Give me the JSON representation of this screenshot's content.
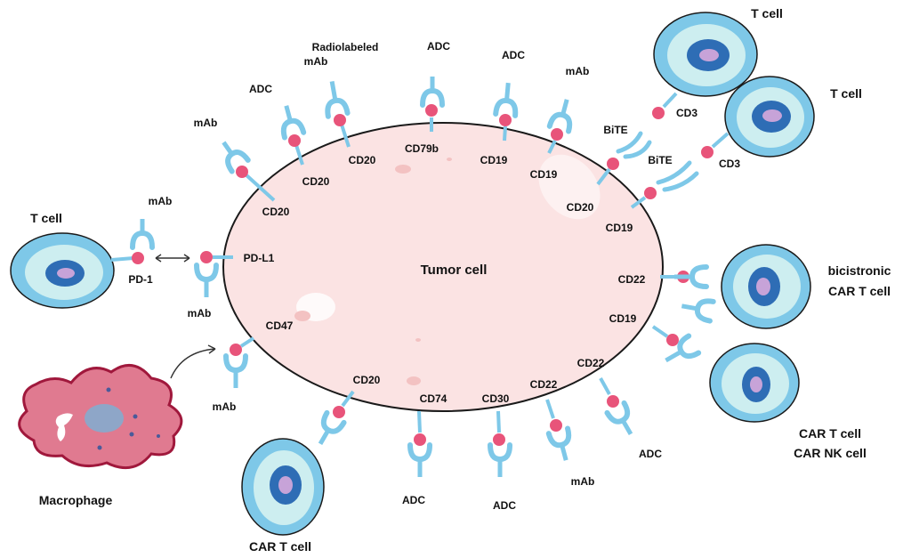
{
  "colors": {
    "tumor_fill": "#fbe3e3",
    "tumor_stroke": "#1a1a1a",
    "receptor_stem": "#7ec8e8",
    "antigen_ball": "#e8547a",
    "cell_outer": "#7ec8e8",
    "cell_mid": "#cdeef0",
    "cell_nucleus": "#2e6db5",
    "cell_nucleolus": "#c7a3d8",
    "macrophage_fill": "#e07a90",
    "macrophage_stroke": "#a0183c"
  },
  "center_label": "Tumor cell",
  "cells": {
    "t_cell_left": "T cell",
    "t_cell_top1": "T cell",
    "t_cell_top2": "T cell",
    "bicistronic_line1": "bicistronic",
    "bicistronic_line2": "CAR T cell",
    "car_line1": "CAR T cell",
    "car_line2": "CAR NK cell",
    "car_t_bottom": "CAR T cell",
    "macrophage": "Macrophage"
  },
  "therapy_labels": {
    "mab_cd20_left": "mAb",
    "adc_cd20": "ADC",
    "radiolabeled_line1": "Radiolabeled",
    "radiolabeled_line2": "mAb",
    "adc_cd79b": "ADC",
    "adc_cd19": "ADC",
    "mab_cd19": "mAb",
    "bite_1": "BiTE",
    "bite_2": "BiTE",
    "mab_pd1": "mAb",
    "mab_pdl1": "mAb",
    "mab_cd47": "mAb",
    "adc_cd74": "ADC",
    "adc_cd30": "ADC",
    "mab_cd22": "mAb",
    "adc_cd22": "ADC"
  },
  "antigen_labels": {
    "cd20_a": "CD20",
    "cd20_b": "CD20",
    "cd20_c": "CD20",
    "cd79b": "CD79b",
    "cd19_a": "CD19",
    "cd19_b": "CD19",
    "cd20_d": "CD20",
    "cd19_c": "CD19",
    "cd3_a": "CD3",
    "cd3_b": "CD3",
    "pd1": "PD-1",
    "pdl1": "PD-L1",
    "cd47": "CD47",
    "cd22_a": "CD22",
    "cd19_d": "CD19",
    "cd22_b": "CD22",
    "cd20_e": "CD20",
    "cd74": "CD74",
    "cd30": "CD30",
    "cd22_c": "CD22"
  }
}
